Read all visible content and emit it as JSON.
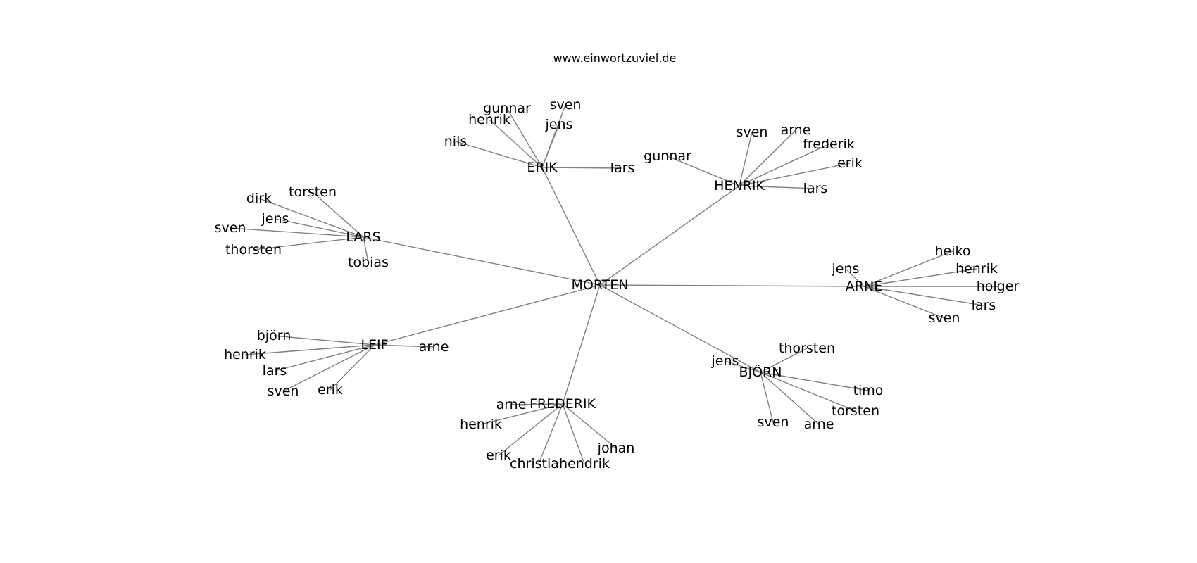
{
  "title": "www.einwortzuviel.de",
  "colors": {
    "edge": "#808080",
    "text": "#000000",
    "background": "#ffffff"
  },
  "graph": {
    "center": "MORTEN",
    "groups": [
      {
        "id": "ERIK",
        "label": "ERIK",
        "children": [
          "gunnar",
          "sven",
          "henrik",
          "jens",
          "nils",
          "lars"
        ]
      },
      {
        "id": "HENRIK",
        "label": "HENRIK",
        "children": [
          "sven",
          "arne",
          "frederik",
          "erik",
          "gunnar",
          "lars"
        ]
      },
      {
        "id": "LARS",
        "label": "LARS",
        "children": [
          "torsten",
          "dirk",
          "jens",
          "sven",
          "thorsten",
          "tobias"
        ]
      },
      {
        "id": "ARNE",
        "label": "ARNE",
        "children": [
          "heiko",
          "jens",
          "henrik",
          "holger",
          "lars",
          "sven"
        ]
      },
      {
        "id": "LEIF",
        "label": "LEIF",
        "children": [
          "björn",
          "henrik",
          "arne",
          "lars",
          "sven",
          "erik"
        ]
      },
      {
        "id": "BJORN",
        "label": "BJÖRN",
        "children": [
          "thorsten",
          "jens",
          "timo",
          "torsten",
          "sven",
          "arne"
        ]
      },
      {
        "id": "FREDERIK",
        "label": "FREDERIK",
        "children": [
          "arne",
          "henrik",
          "erik",
          "christian",
          "hendrik",
          "johan"
        ]
      }
    ]
  }
}
